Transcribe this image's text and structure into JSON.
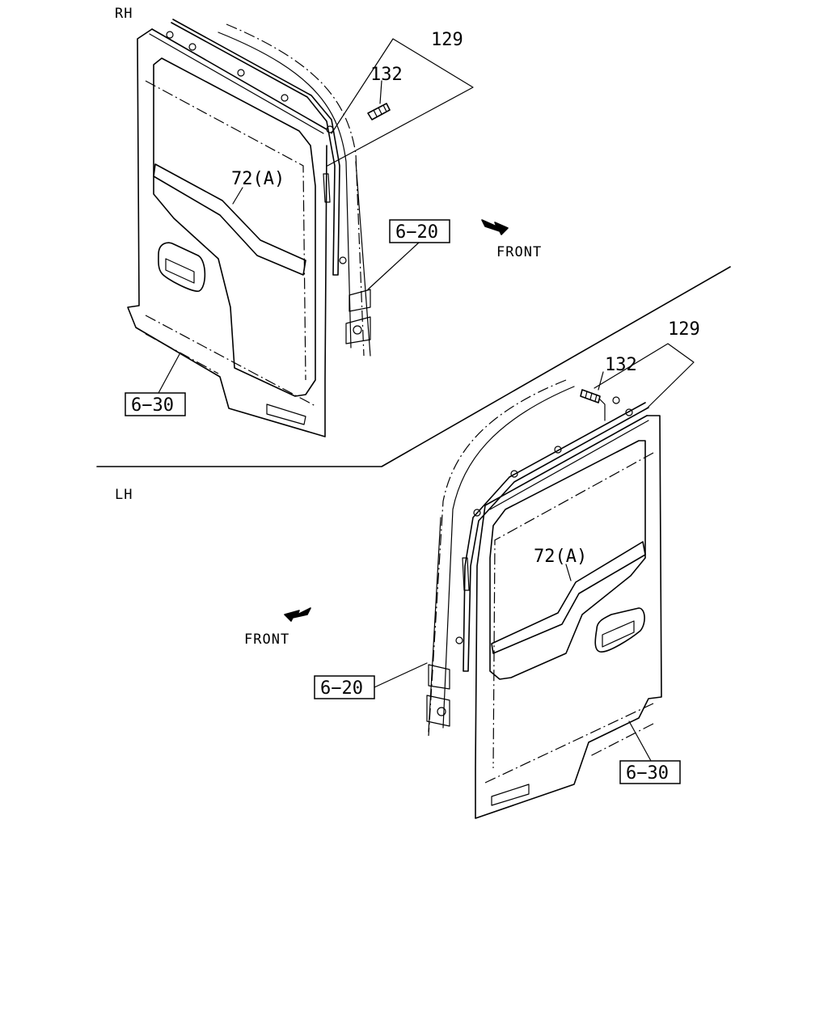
{
  "sections": {
    "rh": "RH",
    "lh": "LH"
  },
  "rh": {
    "callout_129": "129",
    "callout_132": "132",
    "callout_72a": "72(A)",
    "ref_6_20": "6−20",
    "ref_6_30": "6−30",
    "front": "FRONT"
  },
  "lh": {
    "callout_129": "129",
    "callout_132": "132",
    "callout_72a": "72(A)",
    "ref_6_20": "6−20",
    "ref_6_30": "6−30",
    "front": "FRONT"
  }
}
